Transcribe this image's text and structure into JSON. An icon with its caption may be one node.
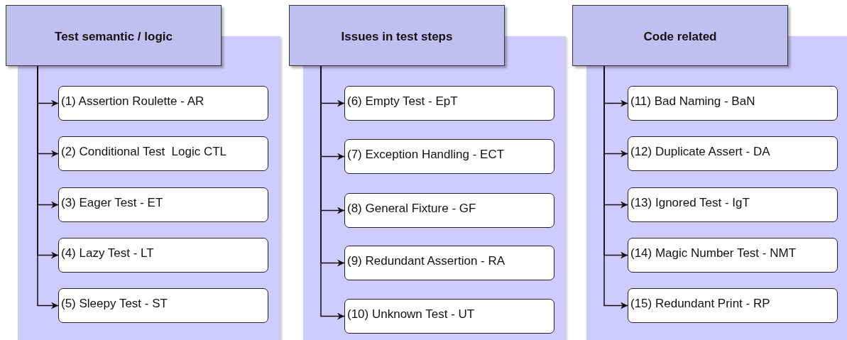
{
  "diagram": {
    "nodes": [
      {
        "text": [
          "Test semantic / logic"
        ]
      },
      {
        "text": [],
        "shape": "box"
      },
      {
        "text": [
          "(1) Assertion Roulette - AR"
        ],
        "in": 1
      },
      {
        "text": [
          "(2) Conditional Test  Logic CTL"
        ],
        "in": 1
      },
      {
        "text": [
          "(3) Eager Test - ET"
        ],
        "in": 1
      },
      {
        "text": [
          "(4) Lazy Test - LT"
        ],
        "in": 1
      },
      {
        "text": [
          "(5) Sleepy Test - ST"
        ],
        "in": 1
      },
      {
        "text": [
          "Issues in test steps"
        ]
      },
      {
        "text": [],
        "shape": "box"
      },
      {
        "text": [
          "(6) Empty Test - EpT"
        ],
        "in": 8
      },
      {
        "text": [
          "(7) Exception Handling - ECT"
        ],
        "in": 8
      },
      {
        "text": [
          "(8) General Fixture - GF"
        ],
        "in": 8
      },
      {
        "text": [
          "(9) Redundant Assertion - RA"
        ],
        "in": 8
      },
      {
        "text": [
          "(10) Unknown Test - UT"
        ],
        "in": 8
      },
      {
        "text": [
          "Code related"
        ]
      },
      {
        "text": [],
        "shape": "box"
      },
      {
        "text": [
          "(11) Bad Naming - BaN"
        ],
        "in": 15
      },
      {
        "text": [
          "(12) Duplicate Assert - DA"
        ],
        "in": 15
      },
      {
        "text": [
          "(13) Ignored Test - IgT"
        ],
        "in": 15
      },
      {
        "text": [
          "(14) Magic Number Test - NMT"
        ],
        "in": 15
      },
      {
        "text": [
          "(15) Redundant Print - RP"
        ],
        "in": 15
      }
    ],
    "edges": [
      {
        "from": 0,
        "to": 2,
        "arrow": "to"
      },
      {
        "from": 0,
        "to": 3,
        "arrow": "to"
      },
      {
        "from": 0,
        "to": 4,
        "arrow": "to"
      },
      {
        "from": 0,
        "to": 5,
        "arrow": "to"
      },
      {
        "from": 0,
        "to": 6,
        "arrow": "to"
      },
      {
        "from": 7,
        "to": 9,
        "arrow": "to"
      },
      {
        "from": 7,
        "to": 10,
        "arrow": "to"
      },
      {
        "from": 7,
        "to": 11,
        "arrow": "to"
      },
      {
        "from": 7,
        "to": 12,
        "arrow": "to"
      },
      {
        "from": 7,
        "to": 13,
        "arrow": "to"
      },
      {
        "from": 14,
        "to": 16,
        "arrow": "to"
      },
      {
        "from": 14,
        "to": 17,
        "arrow": "to"
      },
      {
        "from": 14,
        "to": 18,
        "arrow": "to"
      },
      {
        "from": 14,
        "to": 19,
        "arrow": "to"
      },
      {
        "from": 14,
        "to": 20,
        "arrow": "to"
      }
    ]
  }
}
